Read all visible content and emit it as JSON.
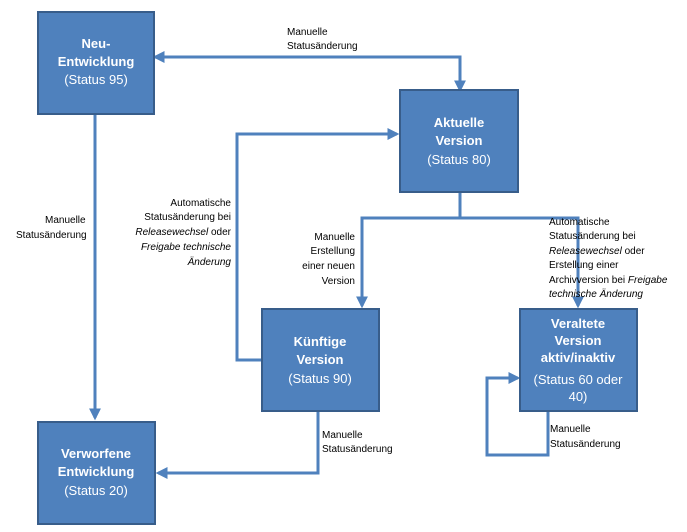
{
  "boxes": {
    "neu": {
      "line1": "Neu-",
      "line2": "Entwicklung",
      "status": "(Status 95)"
    },
    "aktuell": {
      "line1": "Aktuelle",
      "line2": "Version",
      "status": "(Status 80)"
    },
    "kuenftig": {
      "line1": "Künftige",
      "line2": "Version",
      "status": "(Status 90)"
    },
    "veraltet": {
      "line1": "Veraltete",
      "line2": "Version",
      "line3": "aktiv/inaktiv",
      "status_line1": "(Status 60 oder",
      "status_line2": "40)"
    },
    "verworfen": {
      "line1": "Verworfene",
      "line2": "Entwicklung",
      "status": "(Status 20)"
    }
  },
  "labels": {
    "top_manual": {
      "line1": "Manuelle",
      "line2": "Statusänderung"
    },
    "left_manual": {
      "line1": "Manuelle",
      "line2": "Statusänderung"
    },
    "auto_left": {
      "line1": "Automatische",
      "line2": "Statusänderung bei",
      "line3_italic": "Releasewechsel",
      "line3_rest": " oder",
      "line4_italic": "Freigabe technische",
      "line5_italic": "Änderung"
    },
    "manual_create": {
      "line1": "Manuelle",
      "line2": "Erstellung",
      "line3": "einer neuen",
      "line4": "Version"
    },
    "auto_right": {
      "line1": "Automatische",
      "line2": "Statusänderung bei",
      "line3_italic": "Releasewechsel",
      "line3_rest": " oder",
      "line4": "Erstellung einer",
      "line5_plain": "Archivversion bei ",
      "line5_italic": "Freigabe",
      "line6_italic": "technische Änderung"
    },
    "bottom_manual": {
      "line1": "Manuelle",
      "line2": "Statusänderung"
    },
    "self_manual": {
      "line1": "Manuelle",
      "line2": "Statusänderung"
    }
  },
  "colors": {
    "box_fill": "#4f81bd",
    "box_stroke": "#385d8a",
    "arrow": "#4f81bd"
  }
}
